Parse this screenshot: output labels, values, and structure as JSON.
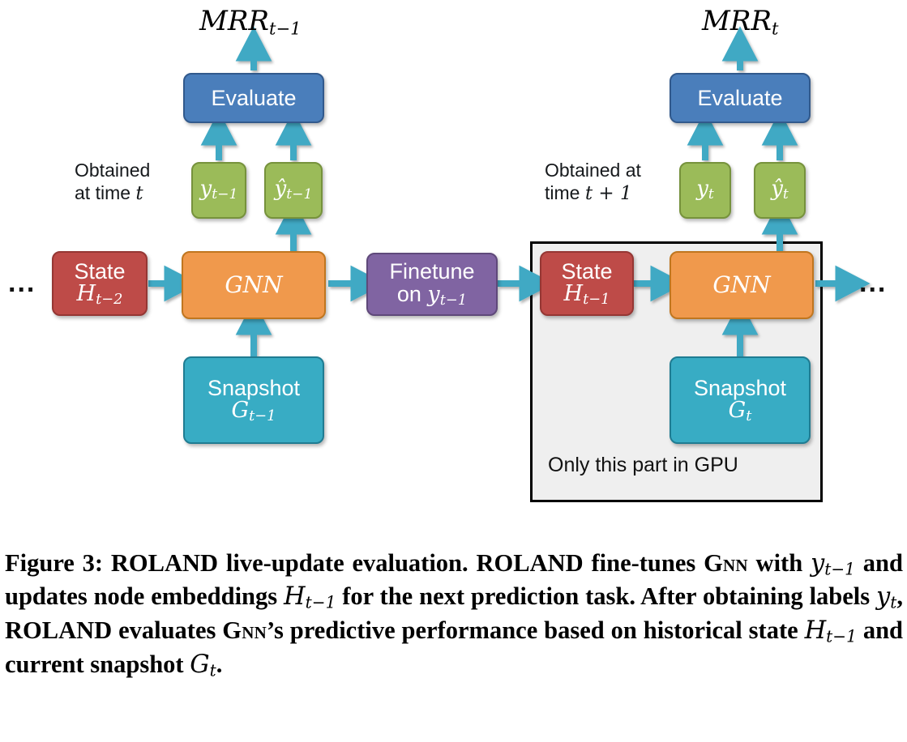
{
  "figure": {
    "left_block": {
      "mrr_label": {
        "base": "MRR",
        "sub": "t−1"
      },
      "evaluate_label": "Evaluate",
      "obtained_note_line1": "Obtained",
      "obtained_note_line2_prefix": "at time ",
      "obtained_note_line2_var": "t",
      "label_box": {
        "base": "y",
        "sub": "t−1"
      },
      "pred_box": {
        "base": "ŷ",
        "sub": "t−1"
      },
      "state_box": {
        "title": "State",
        "var_base": "H",
        "var_sub": "t−2"
      },
      "gnn_box": "GNN",
      "snapshot_box": {
        "title": "Snapshot",
        "var_base": "G",
        "var_sub": "t−1"
      },
      "finetune_box": {
        "line1": "Finetune",
        "line2_prefix": "on ",
        "var_base": "y",
        "var_sub": "t−1"
      },
      "ellipsis": "..."
    },
    "right_block": {
      "mrr_label": {
        "base": "MRR",
        "sub": "t"
      },
      "evaluate_label": "Evaluate",
      "obtained_note_line1": "Obtained at",
      "obtained_note_line2_prefix": "time ",
      "obtained_note_line2_var": "t + 1",
      "label_box": {
        "base": "y",
        "sub": "t"
      },
      "pred_box": {
        "base": "ŷ",
        "sub": "t"
      },
      "state_box": {
        "title": "State",
        "var_base": "H",
        "var_sub": "t−1"
      },
      "gnn_box": "GNN",
      "snapshot_box": {
        "title": "Snapshot",
        "var_base": "G",
        "var_sub": "t"
      },
      "ellipsis": "..."
    },
    "gpu_panel_label": "Only this part in GPU",
    "colors": {
      "blue": "#4A7EBB",
      "green": "#9BBB59",
      "red": "#BE4B48",
      "orange": "#F0994C",
      "purple": "#8064A2",
      "teal": "#38ACC4",
      "arrow": "#3FA9C4",
      "gpu_panel_fill": "#EFEFEF",
      "gpu_panel_border": "#000000"
    }
  },
  "caption": {
    "figure_number": "Figure 3:",
    "text": "ROLAND live-update evaluation. ROLAND fine-tunes GNN with y t−1 and updates node embeddings H t−1 for the next prediction task. After obtaining labels y t, ROLAND evaluates GNN’s predictive performance based on historical state H t−1 and current snapshot G t."
  }
}
